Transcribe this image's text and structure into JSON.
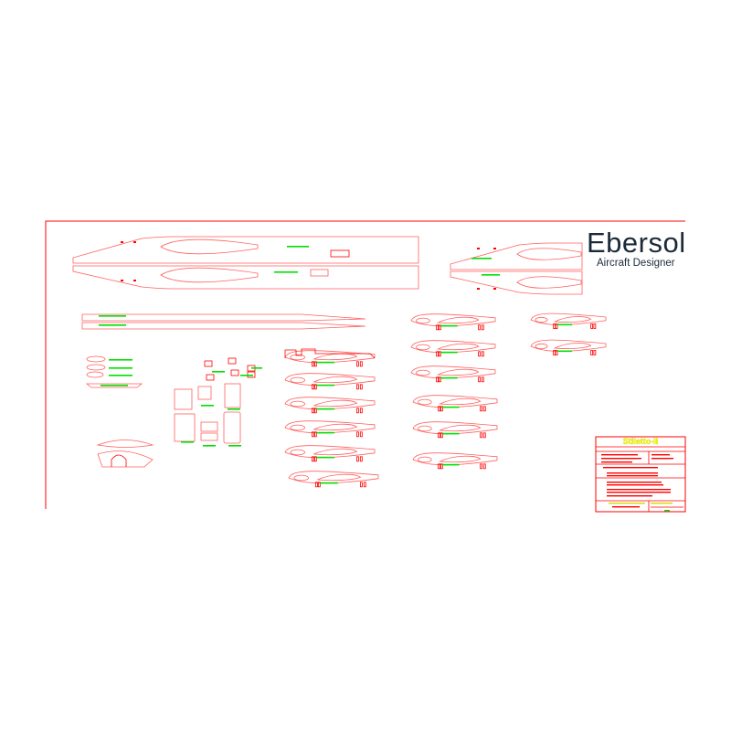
{
  "logo": {
    "name": "Ebersol",
    "tagline": "Aircraft Designer"
  },
  "title_block": {
    "title": "Stiletto-II"
  },
  "colors": {
    "outline": "#ff0000",
    "part_outline": "#ff6060",
    "labels": "#00e000",
    "title": "#ffff00",
    "logo": "#1b2a3a"
  }
}
